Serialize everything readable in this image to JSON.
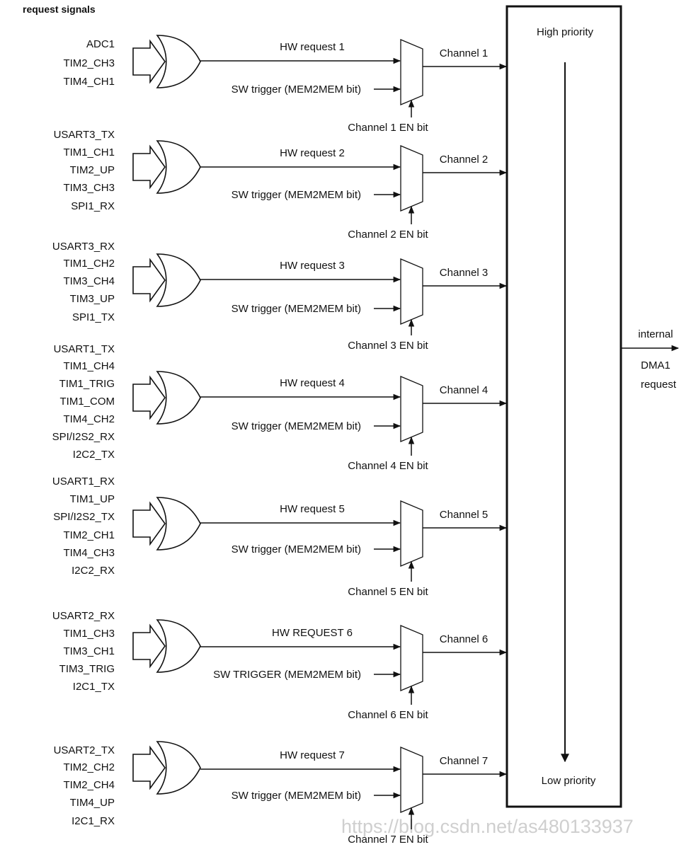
{
  "header": {
    "title": "request signals"
  },
  "priority_box": {
    "high_label": "High priority",
    "low_label": "Low priority"
  },
  "output": {
    "line1": "internal",
    "line2": "DMA1",
    "line3": "request"
  },
  "watermark": "https://blog.csdn.net/as480133937",
  "channels": [
    {
      "inputs": [
        "ADC1",
        "TIM2_CH3",
        "TIM4_CH1"
      ],
      "hw_label": "HW request 1",
      "sw_label": "SW trigger (MEM2MEM bit)",
      "channel_label": "Channel 1",
      "en_label": "Channel 1 EN bit"
    },
    {
      "inputs": [
        "USART3_TX",
        "TIM1_CH1",
        "TIM2_UP",
        "TIM3_CH3",
        "SPI1_RX"
      ],
      "hw_label": "HW request 2",
      "sw_label": "SW trigger (MEM2MEM bit)",
      "channel_label": "Channel 2",
      "en_label": "Channel 2 EN bit"
    },
    {
      "inputs": [
        "USART3_RX",
        "TIM1_CH2",
        "TIM3_CH4",
        "TIM3_UP",
        "SPI1_TX"
      ],
      "hw_label": "HW request 3",
      "sw_label": "SW trigger (MEM2MEM bit)",
      "channel_label": "Channel 3",
      "en_label": "Channel 3 EN bit"
    },
    {
      "inputs": [
        "USART1_TX",
        "TIM1_CH4",
        "TIM1_TRIG",
        "TIM1_COM",
        "TIM4_CH2",
        "SPI/I2S2_RX",
        "I2C2_TX"
      ],
      "hw_label": "HW request 4",
      "sw_label": "SW trigger (MEM2MEM bit)",
      "channel_label": "Channel 4",
      "en_label": "Channel 4 EN bit"
    },
    {
      "inputs": [
        "USART1_RX",
        "TIM1_UP",
        "SPI/I2S2_TX",
        "TIM2_CH1",
        "TIM4_CH3",
        "I2C2_RX"
      ],
      "hw_label": "HW request 5",
      "sw_label": "SW trigger (MEM2MEM bit)",
      "channel_label": "Channel 5",
      "en_label": "Channel 5 EN bit"
    },
    {
      "inputs": [
        "USART2_RX",
        "TIM1_CH3",
        "TIM3_CH1",
        "TIM3_TRIG",
        "I2C1_TX"
      ],
      "hw_label": "HW REQUEST 6",
      "sw_label": "SW TRIGGER (MEM2MEM bit)",
      "channel_label": "Channel 6",
      "en_label": "Channel 6 EN bit"
    },
    {
      "inputs": [
        "USART2_TX",
        "TIM2_CH2",
        "TIM2_CH4",
        "TIM4_UP",
        "I2C1_RX"
      ],
      "hw_label": "HW request 7",
      "sw_label": "SW trigger (MEM2MEM bit)",
      "channel_label": "Channel 7",
      "en_label": "Channel 7 EN bit"
    }
  ]
}
